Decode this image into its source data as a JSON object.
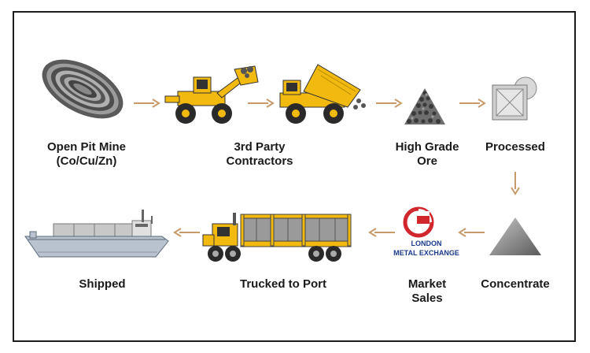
{
  "diagram": {
    "nodes": [
      {
        "id": "mine",
        "icon": "open-pit-mine-icon",
        "label_lines": [
          "Open Pit Mine",
          "(Co/Cu/Zn)"
        ]
      },
      {
        "id": "contractors",
        "icon": "loader-and-dump-truck-icon",
        "label_lines": [
          "3rd Party",
          "Contractors"
        ]
      },
      {
        "id": "ore",
        "icon": "ore-pile-icon",
        "label_lines": [
          "High Grade",
          "Ore"
        ]
      },
      {
        "id": "processed",
        "icon": "processing-plant-icon",
        "label_lines": [
          "Processed"
        ]
      },
      {
        "id": "concentrate",
        "icon": "concentrate-pile-icon",
        "label_lines": [
          "Concentrate"
        ]
      },
      {
        "id": "market",
        "icon": "lme-logo",
        "label_lines": [
          "Market",
          "Sales"
        ]
      },
      {
        "id": "trucked",
        "icon": "haul-truck-icon",
        "label_lines": [
          "Trucked to Port"
        ]
      },
      {
        "id": "shipped",
        "icon": "cargo-ship-icon",
        "label_lines": [
          "Shipped"
        ]
      }
    ],
    "logo_text": [
      "LONDON",
      "METAL EXCHANGE"
    ],
    "colors": {
      "arrow": "#c89a6a",
      "machinery_yellow": "#f2b90f",
      "machinery_dark": "#2a2a2a",
      "lme_red": "#d0262c",
      "lme_blue": "#1a3a8c",
      "frame": "#1c1c1c"
    }
  }
}
